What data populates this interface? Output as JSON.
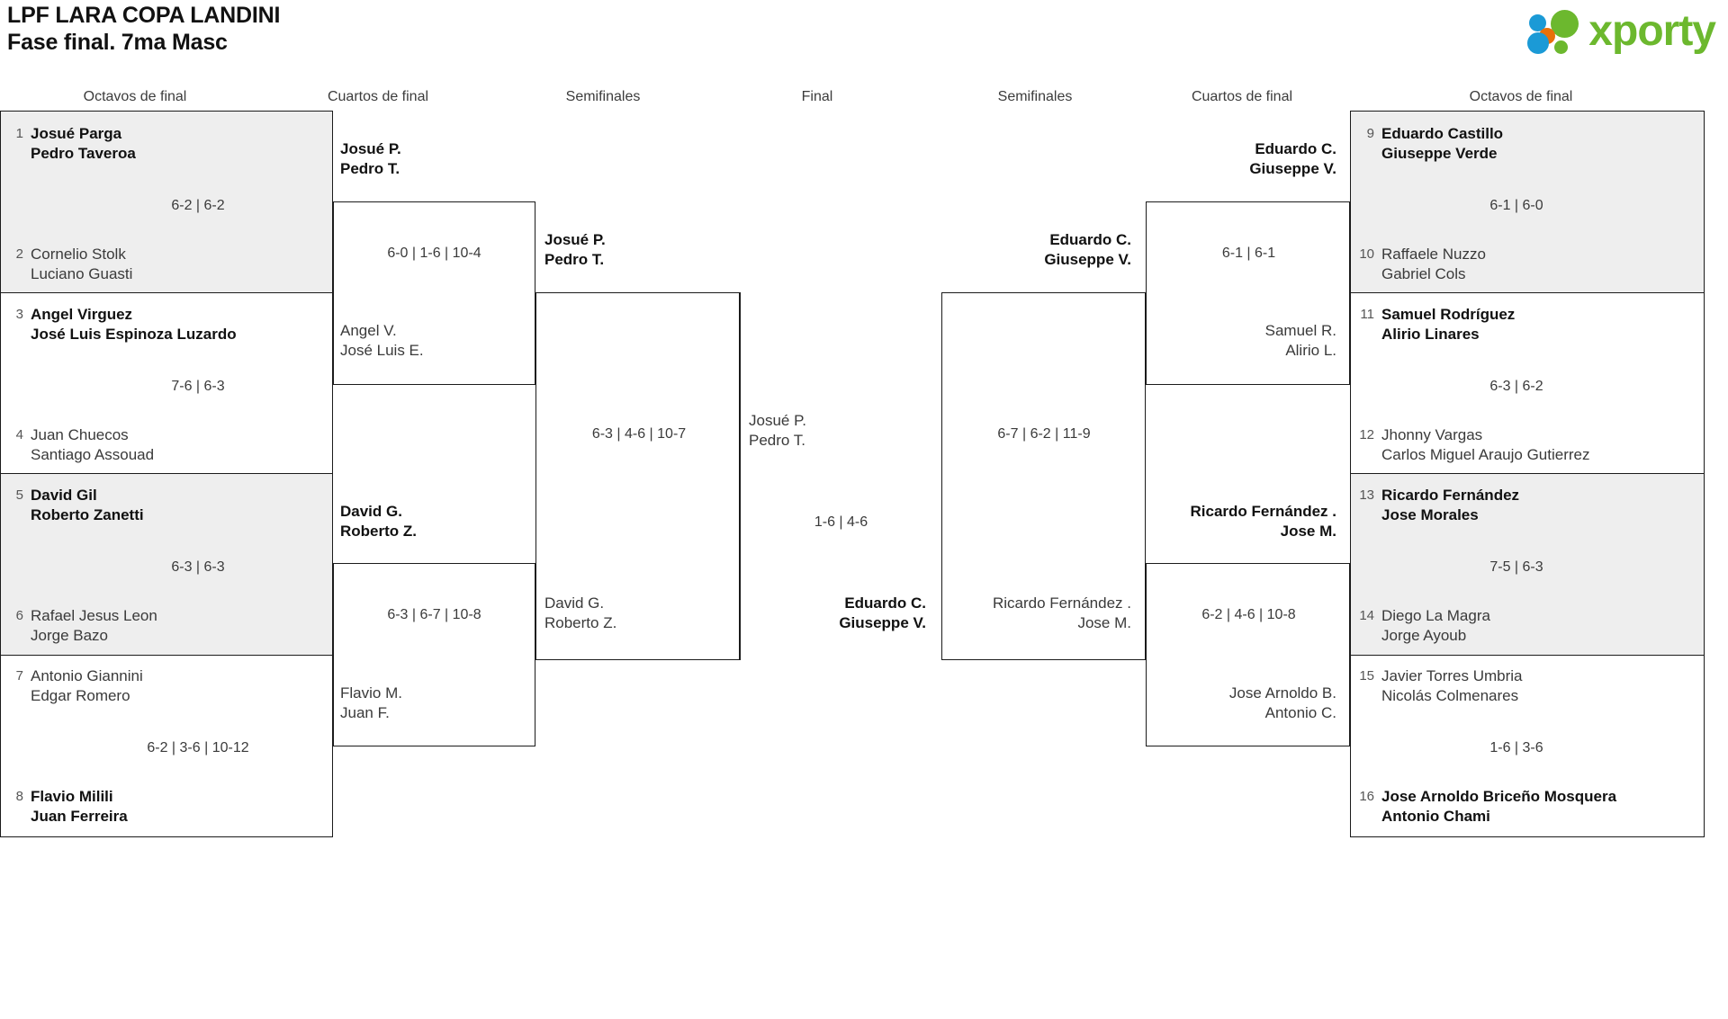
{
  "header": {
    "title_line1": "LPF LARA COPA LANDINI",
    "title_line2": "Fase final. 7ma Masc",
    "logo_text": "xporty"
  },
  "round_labels": {
    "left_r16": "Octavos de final",
    "left_qf": "Cuartos de final",
    "left_sf": "Semifinales",
    "final": "Final",
    "right_sf": "Semifinales",
    "right_qf": "Cuartos de final",
    "right_r16": "Octavos de final"
  },
  "left": {
    "r16": [
      {
        "seed": "1",
        "p1": "Josué Parga",
        "p2": "Pedro Taveroa",
        "winner": true
      },
      {
        "seed": "2",
        "p1": "Cornelio Stolk",
        "p2": "Luciano Guasti",
        "winner": false
      },
      {
        "seed": "3",
        "p1": "Angel Virguez",
        "p2": "José Luis Espinoza Luzardo",
        "winner": true
      },
      {
        "seed": "4",
        "p1": "Juan Chuecos",
        "p2": "Santiago Assouad",
        "winner": false
      },
      {
        "seed": "5",
        "p1": "David Gil",
        "p2": "Roberto Zanetti",
        "winner": true
      },
      {
        "seed": "6",
        "p1": "Rafael Jesus Leon",
        "p2": "Jorge Bazo",
        "winner": false
      },
      {
        "seed": "7",
        "p1": "Antonio Giannini",
        "p2": "Edgar Romero",
        "winner": false
      },
      {
        "seed": "8",
        "p1": "Flavio Milili",
        "p2": "Juan Ferreira",
        "winner": true
      }
    ],
    "r16_scores": [
      "6-2 | 6-2",
      "7-6 | 6-3",
      "6-3 | 6-3",
      "6-2 | 3-6 | 10-12"
    ],
    "qf": [
      {
        "p1": "Josué P.",
        "p2": "Pedro T.",
        "winner": true
      },
      {
        "p1": "Angel V.",
        "p2": "José Luis E.",
        "winner": false
      },
      {
        "p1": "David G.",
        "p2": "Roberto Z.",
        "winner": true
      },
      {
        "p1": "Flavio M.",
        "p2": "Juan F.",
        "winner": false
      }
    ],
    "qf_scores": [
      "6-0 | 1-6 | 10-4",
      "6-3 | 6-7 | 10-8"
    ],
    "sf": [
      {
        "p1": "Josué P.",
        "p2": "Pedro T.",
        "winner": true
      },
      {
        "p1": "David G.",
        "p2": "Roberto Z.",
        "winner": false
      }
    ],
    "sf_scores": [
      "6-3 | 4-6 | 10-7"
    ]
  },
  "final": {
    "top": {
      "p1": "Josué P.",
      "p2": "Pedro T.",
      "winner": false
    },
    "bottom": {
      "p1": "Eduardo C.",
      "p2": "Giuseppe V.",
      "winner": true
    },
    "score": "1-6 | 4-6"
  },
  "right": {
    "sf": [
      {
        "p1": "Eduardo C.",
        "p2": "Giuseppe V.",
        "winner": true
      },
      {
        "p1": "Ricardo Fernández .",
        "p2": "Jose M.",
        "winner": false
      }
    ],
    "sf_scores": [
      "6-7 | 6-2 | 11-9"
    ],
    "qf": [
      {
        "p1": "Eduardo C.",
        "p2": "Giuseppe V.",
        "winner": true
      },
      {
        "p1": "Samuel R.",
        "p2": "Alirio L.",
        "winner": false
      },
      {
        "p1": "Ricardo Fernández .",
        "p2": "Jose M.",
        "winner": true
      },
      {
        "p1": "Jose Arnoldo B.",
        "p2": "Antonio C.",
        "winner": false
      }
    ],
    "qf_scores": [
      "6-1 | 6-1",
      "6-2 | 4-6 | 10-8"
    ],
    "r16": [
      {
        "seed": "9",
        "p1": "Eduardo Castillo",
        "p2": "Giuseppe Verde",
        "winner": true
      },
      {
        "seed": "10",
        "p1": "Raffaele Nuzzo",
        "p2": "Gabriel Cols",
        "winner": false
      },
      {
        "seed": "11",
        "p1": "Samuel Rodríguez",
        "p2": "Alirio Linares",
        "winner": true
      },
      {
        "seed": "12",
        "p1": "Jhonny Vargas",
        "p2": "Carlos Miguel Araujo Gutierrez",
        "winner": false
      },
      {
        "seed": "13",
        "p1": "Ricardo Fernández",
        "p2": "Jose Morales",
        "winner": true
      },
      {
        "seed": "14",
        "p1": "Diego La Magra",
        "p2": "Jorge Ayoub",
        "winner": false
      },
      {
        "seed": "15",
        "p1": "Javier Torres Umbria",
        "p2": "Nicolás Colmenares",
        "winner": false
      },
      {
        "seed": "16",
        "p1": "Jose Arnoldo Briceño Mosquera",
        "p2": "Antonio Chami",
        "winner": true
      }
    ],
    "r16_scores": [
      "6-1 | 6-0",
      "6-3 | 6-2",
      "7-5 | 6-3",
      "1-6 | 3-6"
    ]
  }
}
